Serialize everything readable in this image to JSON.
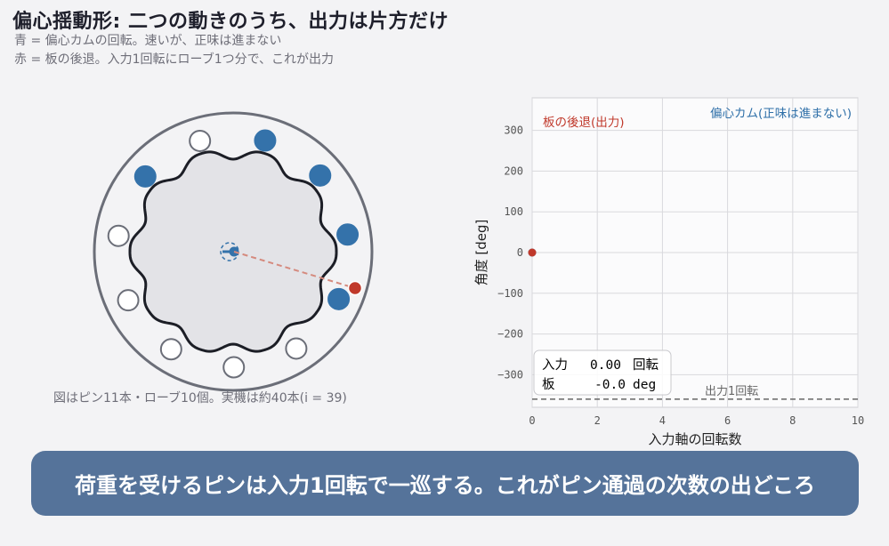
{
  "header": {
    "title": "偏心揺動形: 二つの動きのうち、出力は片方だけ",
    "line1": "青 = 偏心カムの回転。速いが、正味は進まない",
    "line2": "赤 = 板の後退。入力1回転にローブ1つ分で、これが出力"
  },
  "mechanism": {
    "caption": "図はピン11本・ローブ10個。実機は約40本(i = 39)",
    "pin_count": 11,
    "lobe_count": 10,
    "colors": {
      "ring": "#6b6e78",
      "disc_fill": "#e3e3e7",
      "disc_stroke": "#1c1e26",
      "pin_loaded": "#3472aa",
      "pin_free": "#ffffff",
      "cam": "#3472aa",
      "marker": "#c0392b",
      "arm": "#d58a7e"
    }
  },
  "chart_data": {
    "type": "line",
    "xlabel": "入力軸の回転数",
    "ylabel": "角度 [deg]",
    "xlim": [
      0,
      10
    ],
    "ylim": [
      -380,
      380
    ],
    "xticks": [
      "0",
      "2",
      "4",
      "6",
      "8",
      "10"
    ],
    "yticks": [
      "300",
      "200",
      "100",
      "0",
      "−100",
      "−200",
      "−300"
    ],
    "xtick_values": [
      0,
      2,
      4,
      6,
      8,
      10
    ],
    "ytick_values": [
      300,
      200,
      100,
      0,
      -100,
      -200,
      -300
    ],
    "grid": true,
    "series": [
      {
        "name": "偏心カム(正味は進まない)",
        "color": "#2e6fa8",
        "x": [
          0
        ],
        "y": [
          0
        ]
      },
      {
        "name": "板の後退(出力)",
        "color": "#c0392b",
        "x": [
          0
        ],
        "y": [
          0
        ]
      }
    ],
    "reference_line": {
      "label": "出力1回転",
      "y": -360,
      "color": "#666666"
    },
    "readout": {
      "input_label": "入力",
      "input_value": "0.00",
      "input_unit": "回転",
      "plate_label": "板",
      "plate_value": "-0.0",
      "plate_unit": "deg"
    }
  },
  "banner": {
    "text": "荷重を受けるピンは入力1回転で一巡する。これがピン通過の次数の出どころ"
  }
}
